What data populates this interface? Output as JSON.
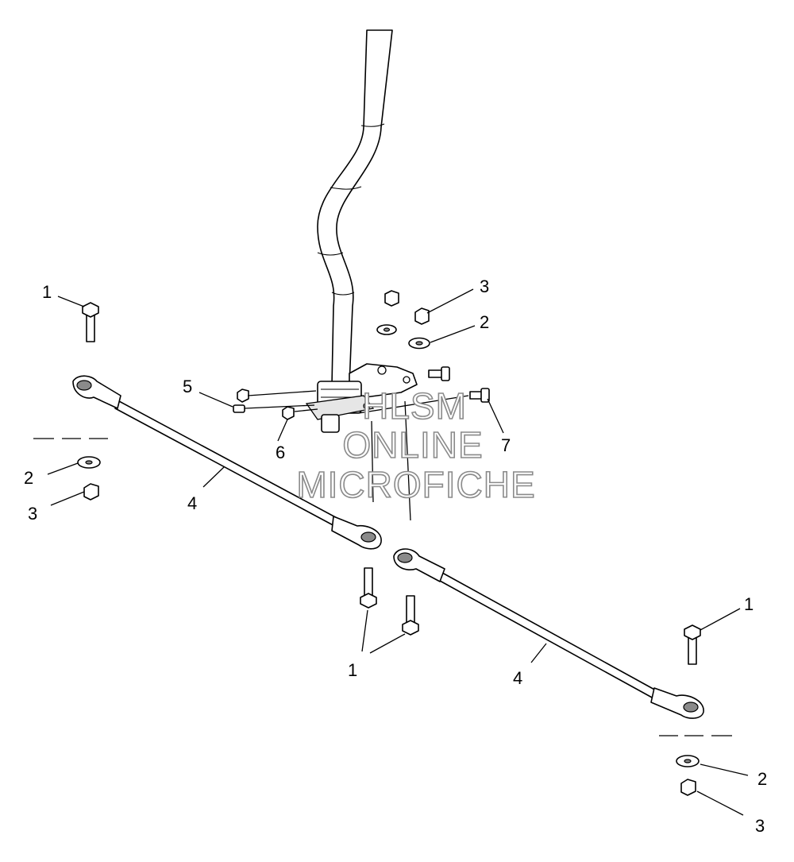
{
  "diagram": {
    "watermark": [
      "HLSM",
      "ONLINE",
      "MICROFICHE"
    ],
    "callouts": {
      "c1_top_left": "1",
      "c2_left": "2",
      "c3_left": "3",
      "c4_left": "4",
      "c5": "5",
      "c6": "6",
      "c3_top": "3",
      "c2_top": "2",
      "c7": "7",
      "c1_center": "1",
      "c4_right": "4",
      "c1_right": "1",
      "c2_right": "2",
      "c3_right": "3"
    }
  }
}
